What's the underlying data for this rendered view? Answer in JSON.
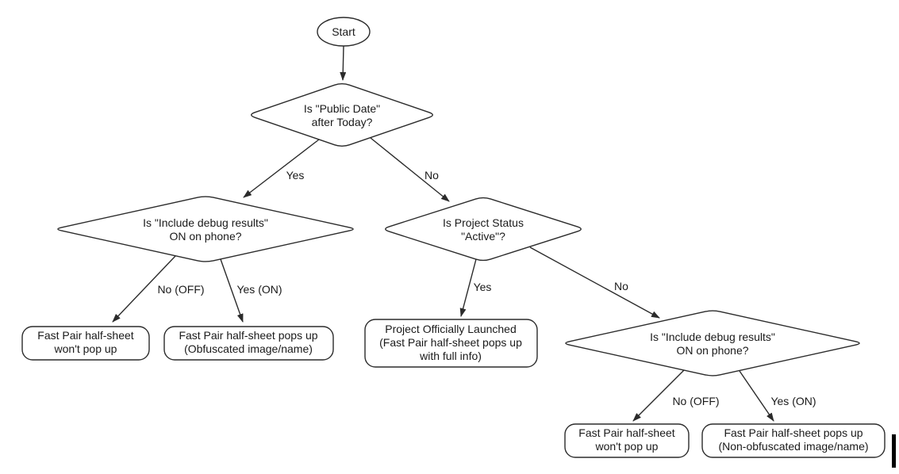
{
  "flowchart": {
    "colors": {
      "stroke": "#2b2b2b",
      "text": "#1a1a1a",
      "node_fill": "#ffffff",
      "background": "#ffffff"
    },
    "nodes": {
      "start": {
        "label": "Start"
      },
      "q_public_date": {
        "line1": "Is \"Public Date\"",
        "line2": "after Today?"
      },
      "q_debug_phone_left": {
        "line1": "Is \"Include debug results\"",
        "line2": "ON on phone?"
      },
      "q_project_status": {
        "line1": "Is Project Status",
        "line2": "\"Active\"?"
      },
      "q_debug_phone_right": {
        "line1": "Is \"Include debug results\"",
        "line2": "ON on phone?"
      },
      "r_wont_popup_left": {
        "line1": "Fast Pair half-sheet",
        "line2": "won't pop up"
      },
      "r_obfuscated": {
        "line1": "Fast Pair half-sheet pops up",
        "line2": "(Obfuscated image/name)"
      },
      "r_launched": {
        "line1": "Project Officially Launched",
        "line2": "(Fast Pair half-sheet pops up",
        "line3": "with full info)"
      },
      "r_wont_popup_right": {
        "line1": "Fast Pair half-sheet",
        "line2": "won't pop up"
      },
      "r_non_obfuscated": {
        "line1": "Fast Pair half-sheet pops up",
        "line2": "(Non-obfuscated image/name)"
      }
    },
    "edge_labels": {
      "public_date_yes": "Yes",
      "public_date_no": "No",
      "debug_left_no": "No (OFF)",
      "debug_left_yes": "Yes (ON)",
      "status_yes": "Yes",
      "status_no": "No",
      "debug_right_no": "No (OFF)",
      "debug_right_yes": "Yes (ON)"
    }
  }
}
